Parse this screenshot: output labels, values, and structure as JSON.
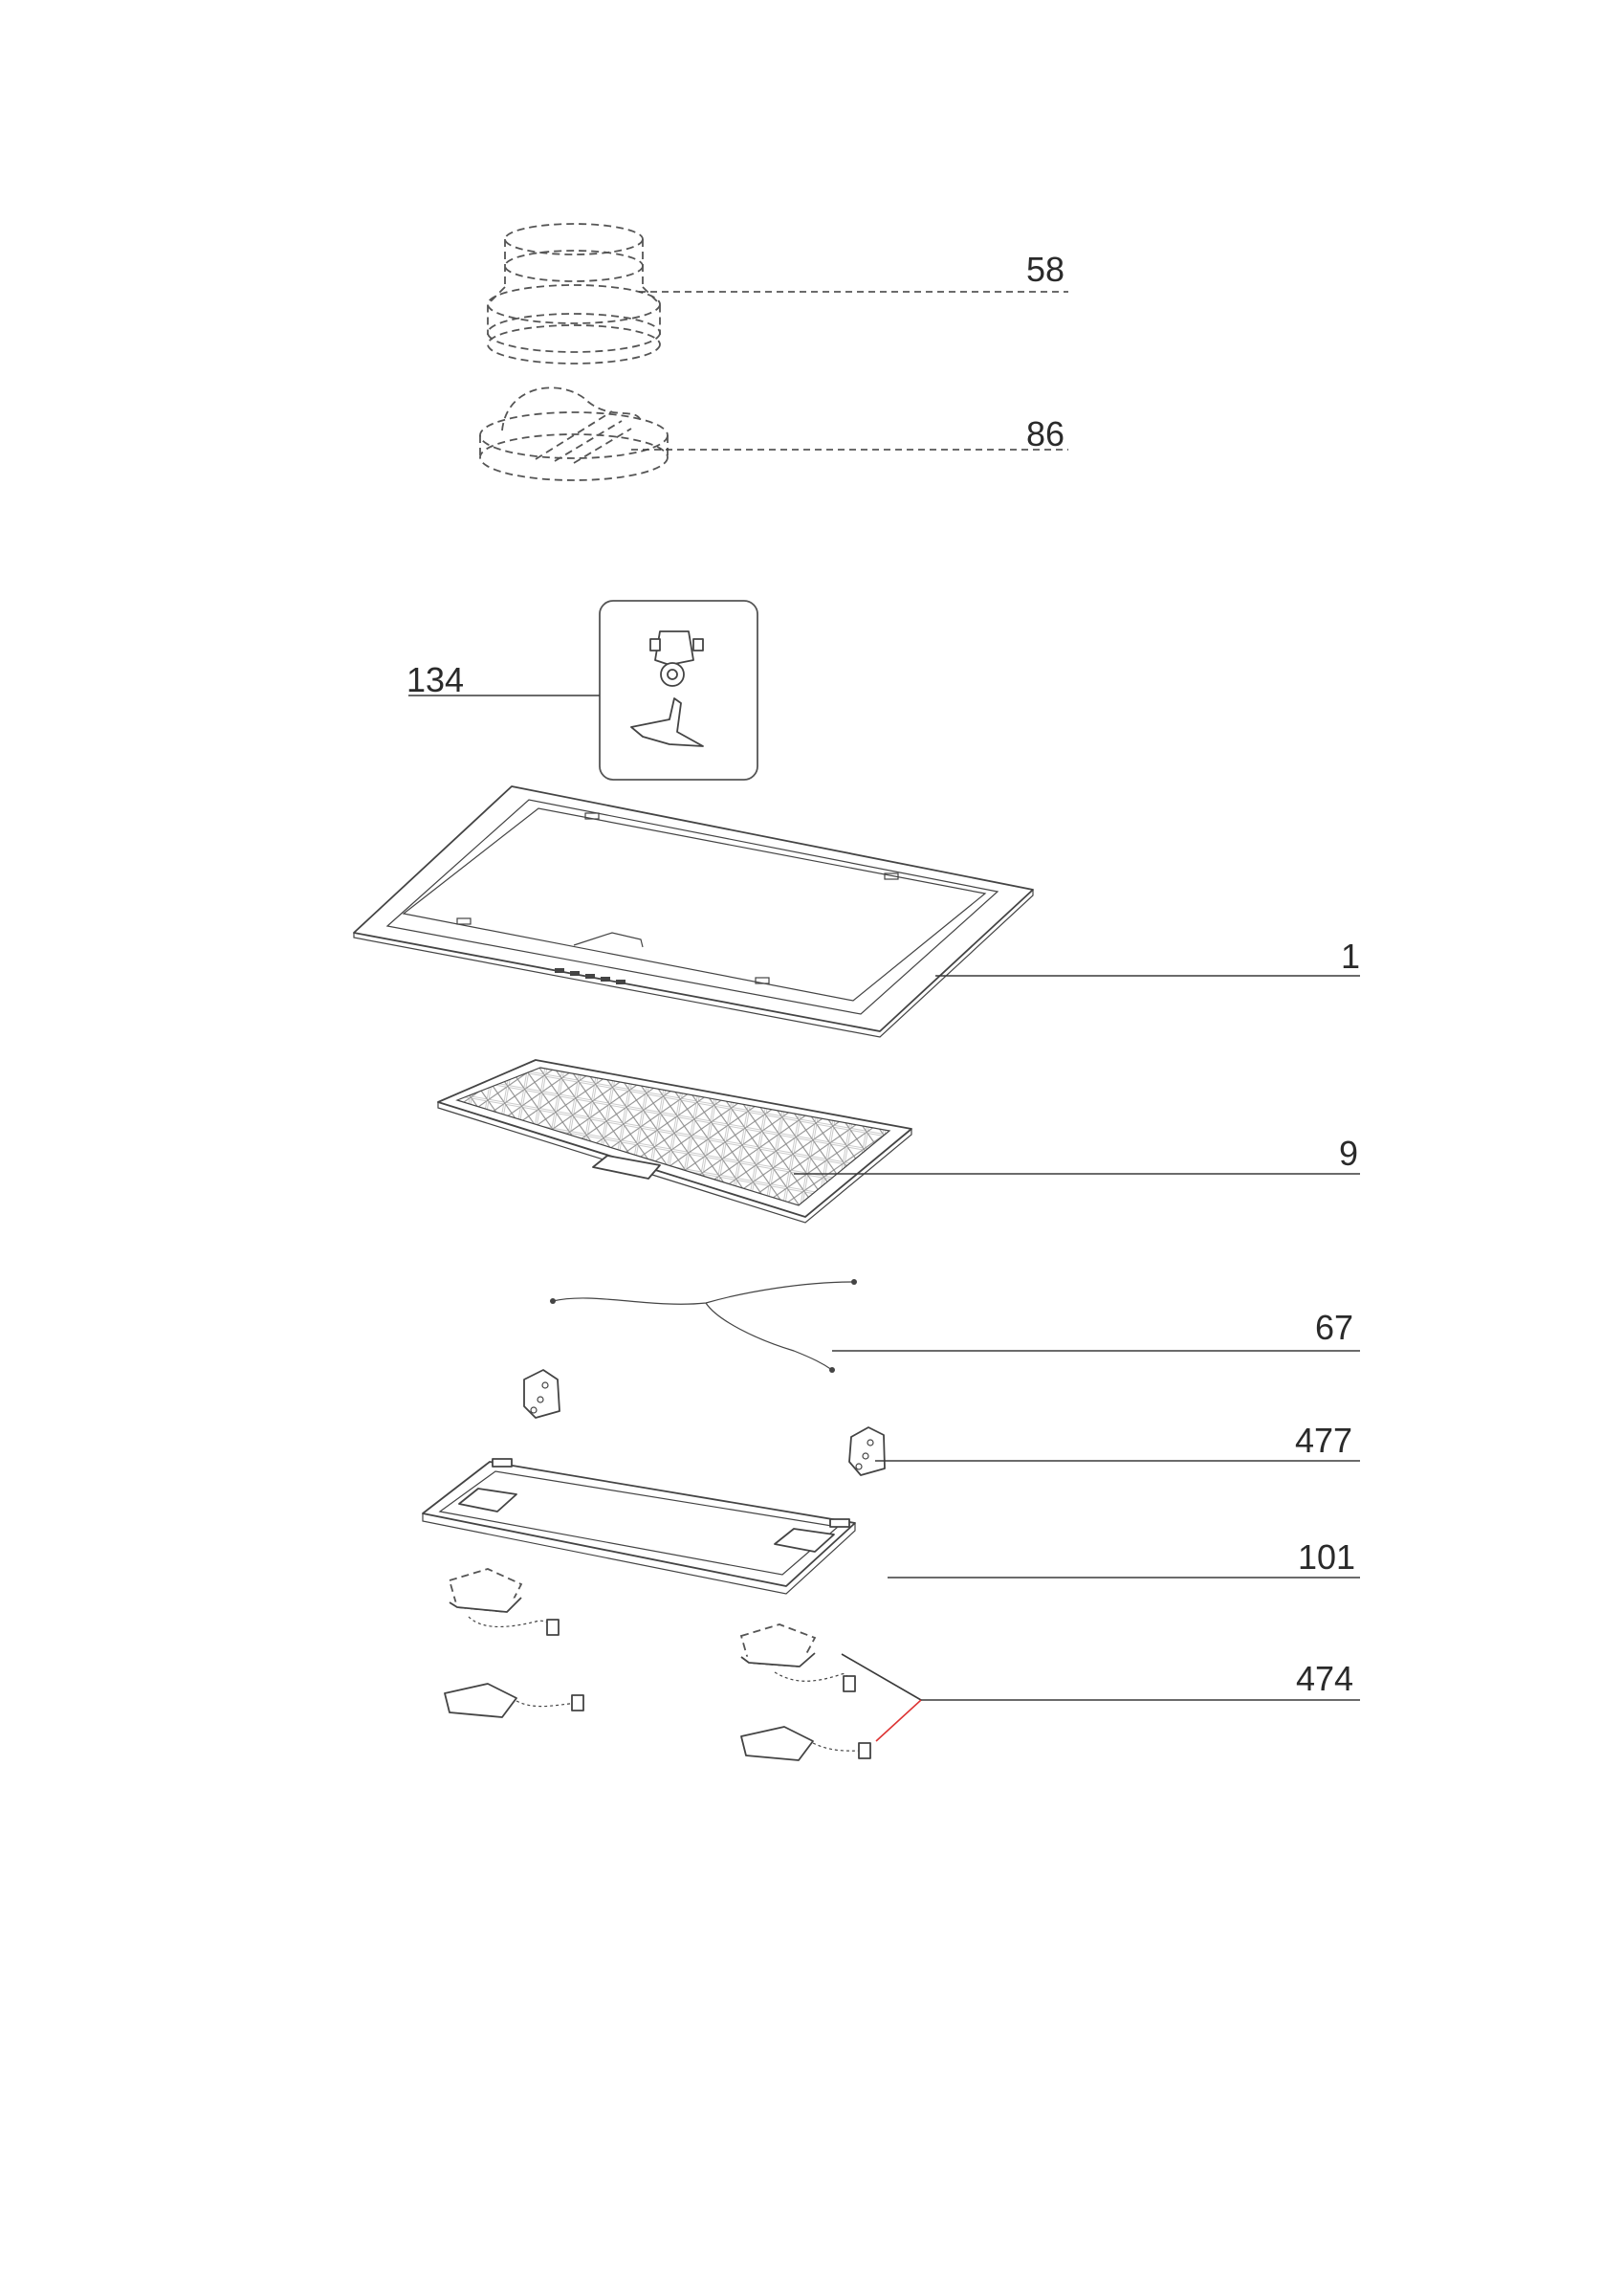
{
  "diagram": {
    "parts": [
      {
        "id": "58",
        "label": "58",
        "name": "duct-adapter"
      },
      {
        "id": "86",
        "label": "86",
        "name": "non-return-valve"
      },
      {
        "id": "134",
        "label": "134",
        "name": "fixing-kit"
      },
      {
        "id": "1",
        "label": "1",
        "name": "hood-frame"
      },
      {
        "id": "9",
        "label": "9",
        "name": "grease-filter"
      },
      {
        "id": "67",
        "label": "67",
        "name": "cable"
      },
      {
        "id": "477",
        "label": "477",
        "name": "hinge-bracket"
      },
      {
        "id": "101",
        "label": "101",
        "name": "panel"
      },
      {
        "id": "474",
        "label": "474",
        "name": "lamp-assembly"
      }
    ]
  }
}
